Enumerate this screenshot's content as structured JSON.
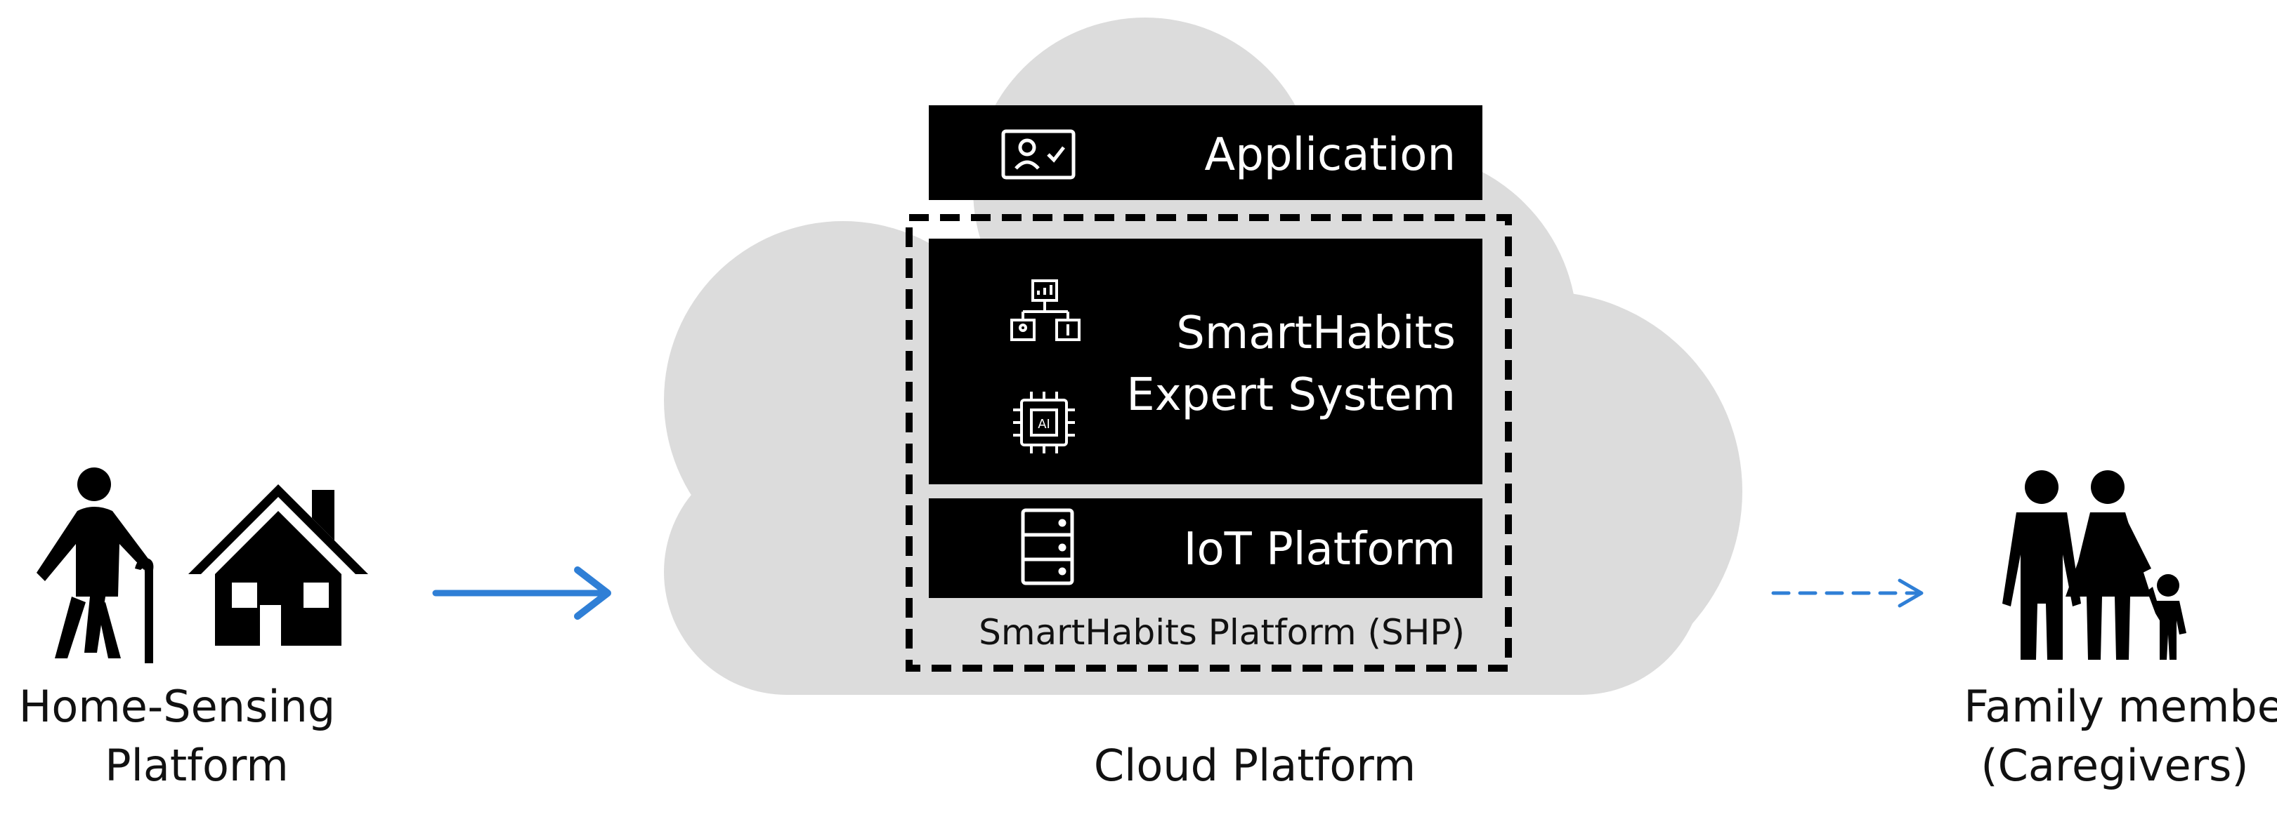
{
  "home": {
    "label_line1": "Home-Sensing",
    "label_line2": "Platform",
    "person_icon": "elderly-person-with-cane-icon",
    "house_icon": "house-icon"
  },
  "cloud": {
    "label": "Cloud Platform",
    "application": {
      "label": "Application",
      "icon": "user-id-card-check-icon"
    },
    "expert_system": {
      "label_line1": "SmartHabits",
      "label_line2": "Expert System",
      "icons": [
        "hierarchy-network-icon",
        "ai-chip-icon"
      ]
    },
    "iot": {
      "label": "IoT Platform",
      "icon": "server-rack-icon"
    },
    "shp_label": "SmartHabits Platform (SHP)"
  },
  "family": {
    "label_line1": "Family members",
    "label_line2": "(Caregivers)",
    "icon": "family-icon"
  },
  "colors": {
    "arrow_blue": "#2f7fd6",
    "cloud_gray": "#dcdcdc",
    "box_black": "#000000",
    "box_text": "#ffffff"
  }
}
